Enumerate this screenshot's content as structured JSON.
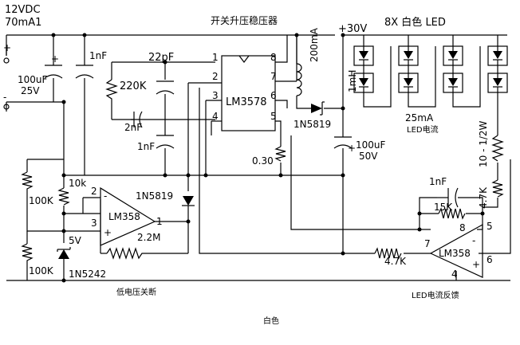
{
  "supply": {
    "voltage": "12VDC",
    "current": "70mA1"
  },
  "terminals": {
    "plus": "+",
    "minus": "-"
  },
  "titles": {
    "converter": "开关升压稳压器",
    "led_group": "8X 白色 LED",
    "led_voltage": "+30V",
    "led_current": "25mA",
    "led_current_cn": "LED电流",
    "low_voltage_cutoff": "低电压关断",
    "led_current_feedback": "LED电流反馈",
    "footer": "白色"
  },
  "components": {
    "c_in_polar": "+",
    "c_in_value": "100uF",
    "c_in_voltage": "25V",
    "c_1nf_a": "1nF",
    "c_22pf": "22pF",
    "r_220k": "220K",
    "c_2nf": "2nF",
    "c_1nf_b": "1nF",
    "ic_main": "LM3578",
    "pins": [
      "1",
      "2",
      "3",
      "4",
      "8",
      "7",
      "6",
      "5"
    ],
    "inductor": "1mH",
    "inductor_current": "200mA",
    "diode_out": "1N5819",
    "c_out_value": "100uF",
    "c_out_voltage": "50V",
    "c_out_polar": "+",
    "r_sense": "0.30",
    "r_led": "10 - 1/2W",
    "r_10k": "10k",
    "r_100k_a": "100K",
    "r_100k_b": "100K",
    "zener": "1N5242",
    "zener_v": "5V",
    "opamp_a": "LM358",
    "opamp_a_pins": [
      "2",
      "3",
      "1"
    ],
    "opamp_a_signs": [
      "-",
      "+"
    ],
    "diode_b": "1N5819",
    "r_2m2": "2.2M",
    "opamp_b": "LM358",
    "opamp_b_pins": [
      "8",
      "5",
      "7",
      "6",
      "4"
    ],
    "opamp_b_signs": [
      "-",
      "+"
    ],
    "c_1nf_c": "1nF",
    "r_15k": "15K",
    "r_4k7_a": "4.7K",
    "r_4k7_b": "4.7K"
  }
}
